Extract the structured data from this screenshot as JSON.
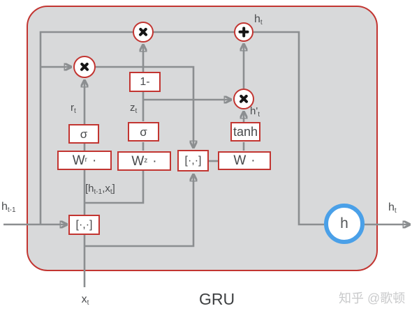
{
  "title": "GRU",
  "watermark": "知乎 @歌顿",
  "colors": {
    "accent_red": "#c23531",
    "line_gray": "#8b8e90",
    "cell_fill": "#d8d9da",
    "h_circle_blue": "#4aa0e8",
    "operator_black": "#151515"
  },
  "labels": {
    "h_prev": {
      "base": "h",
      "sub": "t-1"
    },
    "x_in": {
      "base": "x",
      "sub": "t"
    },
    "h_out_top": {
      "base": "h",
      "sub": "t"
    },
    "h_out_right": {
      "base": "h",
      "sub": "t"
    },
    "r_gate": {
      "base": "r",
      "sub": "t"
    },
    "z_gate": {
      "base": "z",
      "sub": "t"
    },
    "h_candidate": {
      "base": "h'",
      "sub": "t"
    },
    "concat_input": {
      "p1": "[h",
      "s1": "t-1",
      "p2": ",x",
      "s2": "t",
      "p3": "]"
    }
  },
  "boxes": {
    "sigma_r": "σ",
    "sigma_z": "σ",
    "one_minus": "1-",
    "tanh": "tanh",
    "w_r": {
      "base": "W",
      "sub": "r",
      "dot": "·"
    },
    "w_z": {
      "base": "W",
      "sub": "z",
      "dot": "·"
    },
    "w": {
      "base": "W",
      "dot": "·"
    },
    "concat_mid": "[·,·]",
    "concat_bottom": "[·,·]"
  },
  "operators": {
    "multiply_icon": "multiply-cross",
    "add_icon": "plus-cross",
    "hidden_state": "h"
  }
}
